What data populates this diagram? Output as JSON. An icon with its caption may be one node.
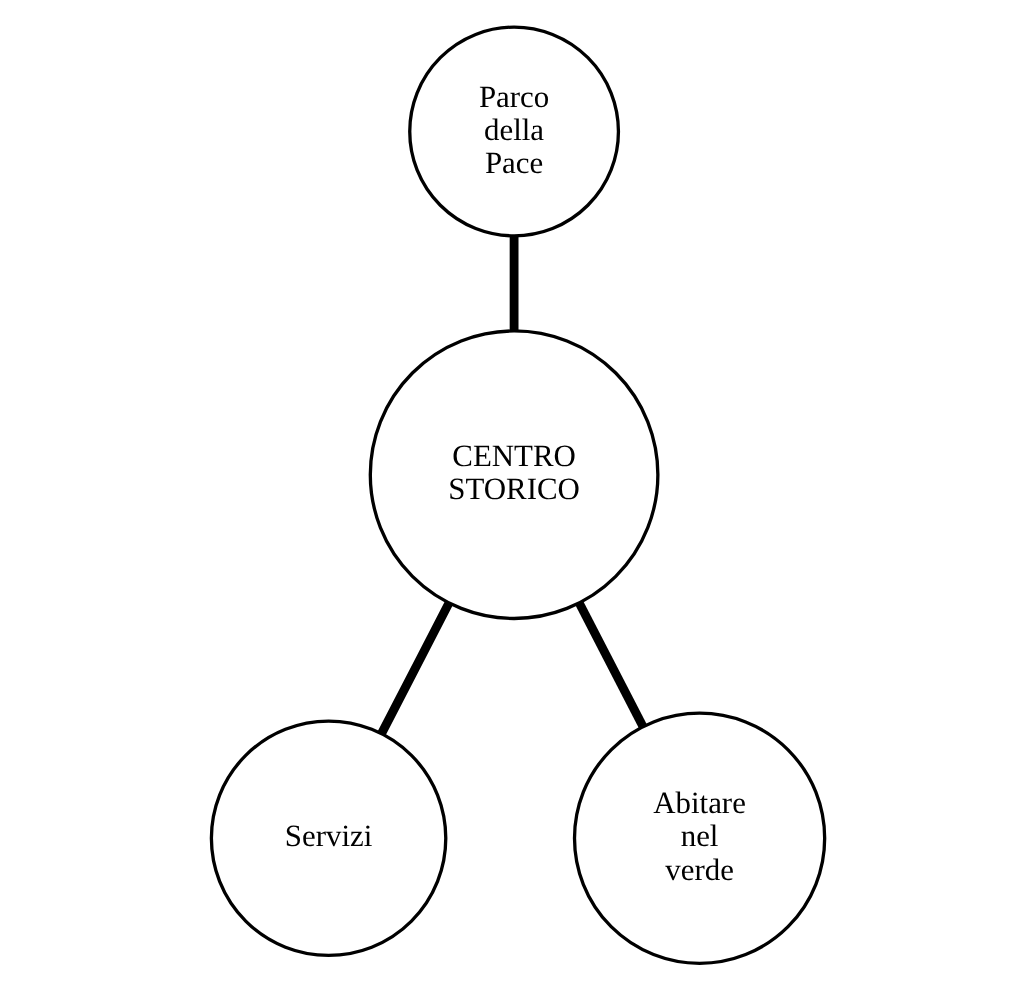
{
  "diagram": {
    "nodes": [
      {
        "text": [
          "Parco della Pace"
        ]
      },
      {
        "text": [
          "CENTRO STORICO"
        ]
      },
      {
        "text": [
          "Servizi"
        ]
      },
      {
        "text": [
          "Abitare nel verde"
        ]
      }
    ],
    "edges": [
      {
        "from": 0,
        "to": 1,
        "arrow": "none"
      },
      {
        "from": 1,
        "to": 2,
        "arrow": "none"
      },
      {
        "from": 1,
        "to": 3,
        "arrow": "none"
      }
    ]
  }
}
